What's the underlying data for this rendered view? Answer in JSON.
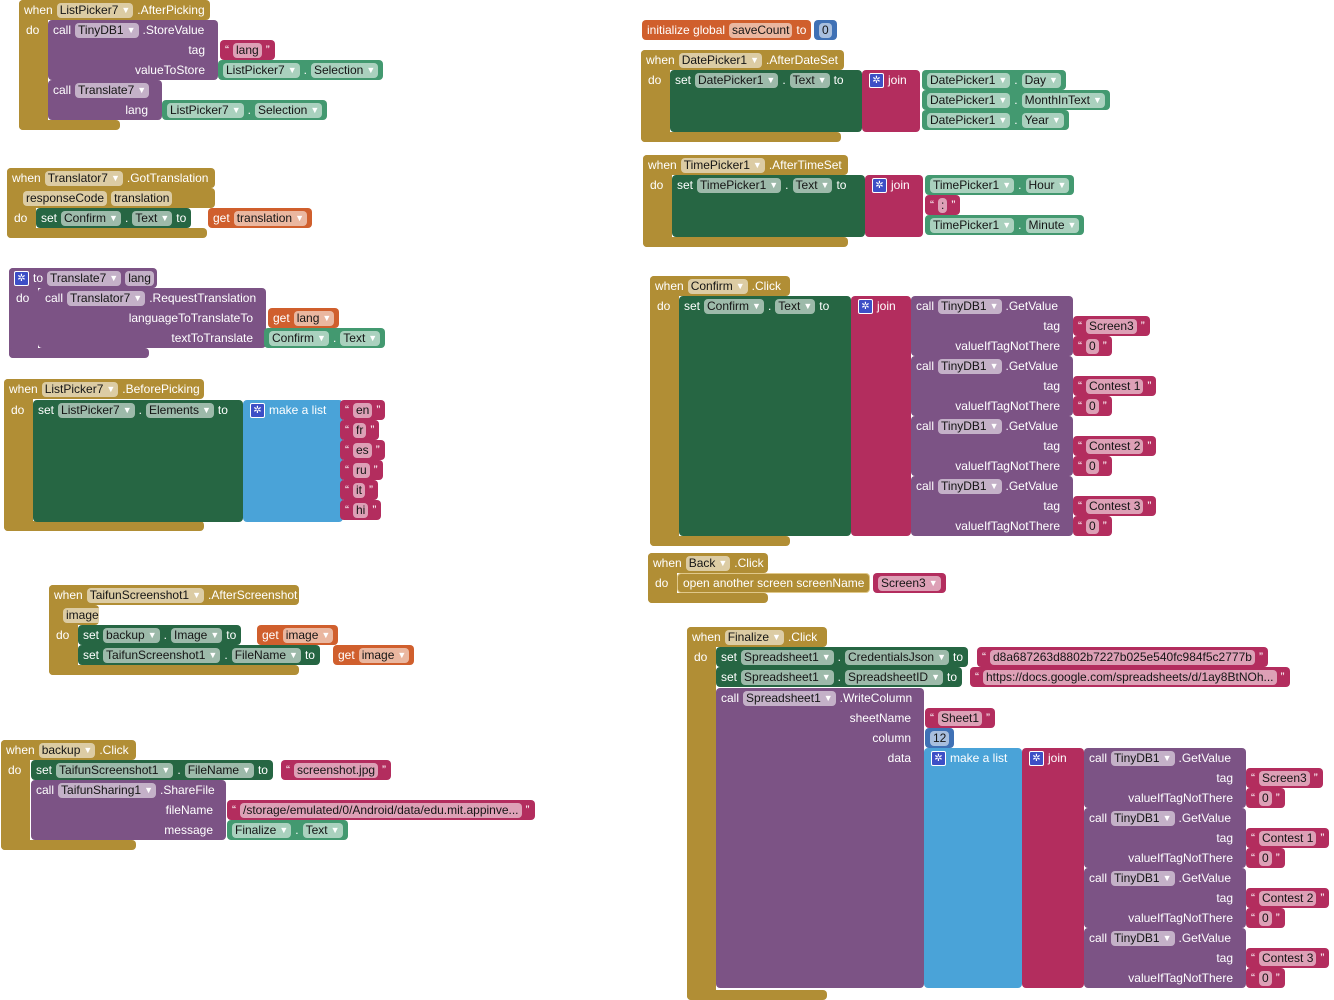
{
  "colors": {
    "event": "#b18e35",
    "setter": "#266643",
    "call": "#7c5385",
    "text": "#b32d5e",
    "getter": "#439970",
    "variable": "#d05f2d",
    "list": "#4aa3d8",
    "number": "#3f71b5"
  },
  "keywords": {
    "when": "when",
    "do": "do",
    "call": "call",
    "set": "set",
    "to": "to",
    "dot": ".",
    "join": "join",
    "make_list": "make a list",
    "get": "get",
    "procedure_to": "to"
  },
  "blocks": {
    "listpicker_after_picking": {
      "component": "ListPicker7",
      "event": ".AfterPicking",
      "store_component": "TinyDB1",
      "store_method": ".StoreValue",
      "tag_label": "tag",
      "tag_value": "lang",
      "value_label": "valueToStore",
      "value_component": "ListPicker7",
      "value_prop": "Selection",
      "translate_proc": "Translate7",
      "lang_label": "lang",
      "lang_component": "ListPicker7",
      "lang_prop": "Selection"
    },
    "translator_got_translation": {
      "component": "Translator7",
      "event": ".GotTranslation",
      "params": [
        "responseCode",
        "translation"
      ],
      "set_component": "Confirm",
      "set_prop": "Text",
      "get_var": "translation"
    },
    "procedure_translate": {
      "name": "Translate7",
      "param": "lang",
      "call_component": "Translator7",
      "method": ".RequestTranslation",
      "arg1_label": "languageToTranslateTo",
      "arg1_var": "lang",
      "arg2_label": "textToTranslate",
      "arg2_component": "Confirm",
      "arg2_prop": "Text"
    },
    "listpicker_before_picking": {
      "component": "ListPicker7",
      "event": ".BeforePicking",
      "set_component": "ListPicker7",
      "set_prop": "Elements",
      "items": [
        "en",
        "fr",
        "es",
        "ru",
        "it",
        "hi"
      ]
    },
    "screenshot_after": {
      "component": "TaifunScreenshot1",
      "event": ".AfterScreenshot",
      "param": "image",
      "set1_component": "backup",
      "set1_prop": "Image",
      "set1_var": "image",
      "set2_component": "TaifunScreenshot1",
      "set2_prop": "FileName",
      "set2_var": "image"
    },
    "backup_click": {
      "component": "backup",
      "event": ".Click",
      "set_component": "TaifunScreenshot1",
      "set_prop": "FileName",
      "set_value": "screenshot.jpg",
      "call_component": "TaifunSharing1",
      "method": ".ShareFile",
      "arg1_label": "fileName",
      "arg1_value": "/storage/emulated/0/Android/data/edu.mit.appinve...",
      "arg2_label": "message",
      "arg2_component": "Finalize",
      "arg2_prop": "Text"
    },
    "global_save_count": {
      "label": "initialize global",
      "name": "saveCount",
      "value": "0"
    },
    "datepicker_after": {
      "component": "DatePicker1",
      "event": ".AfterDateSet",
      "set_component": "DatePicker1",
      "set_prop": "Text",
      "parts": [
        {
          "component": "DatePicker1",
          "prop": "Day"
        },
        {
          "component": "DatePicker1",
          "prop": "MonthInText"
        },
        {
          "component": "DatePicker1",
          "prop": "Year"
        }
      ]
    },
    "timepicker_after": {
      "component": "TimePicker1",
      "event": ".AfterTimeSet",
      "set_component": "TimePicker1",
      "set_prop": "Text",
      "hour_component": "TimePicker1",
      "hour_prop": "Hour",
      "separator": ":",
      "minute_component": "TimePicker1",
      "minute_prop": "Minute"
    },
    "confirm_click": {
      "component": "Confirm",
      "event": ".Click",
      "set_component": "Confirm",
      "set_prop": "Text",
      "getvalues": [
        {
          "component": "TinyDB1",
          "method": ".GetValue",
          "tag_label": "tag",
          "tag": "Screen3",
          "default_label": "valueIfTagNotThere",
          "default": "0"
        },
        {
          "component": "TinyDB1",
          "method": ".GetValue",
          "tag_label": "tag",
          "tag": "Contest 1",
          "default_label": "valueIfTagNotThere",
          "default": "0"
        },
        {
          "component": "TinyDB1",
          "method": ".GetValue",
          "tag_label": "tag",
          "tag": "Contest 2",
          "default_label": "valueIfTagNotThere",
          "default": "0"
        },
        {
          "component": "TinyDB1",
          "method": ".GetValue",
          "tag_label": "tag",
          "tag": "Contest 3",
          "default_label": "valueIfTagNotThere",
          "default": "0"
        }
      ]
    },
    "back_click": {
      "component": "Back",
      "event": ".Click",
      "open_label": "open another screen  screenName",
      "screen": "Screen3"
    },
    "finalize_click": {
      "component": "Finalize",
      "event": ".Click",
      "set1_component": "Spreadsheet1",
      "set1_prop": "CredentialsJson",
      "set1_value": "d8a687263d8802b7227b025e540fc984f5c2777b",
      "set2_component": "Spreadsheet1",
      "set2_prop": "SpreadsheetID",
      "set2_value": "https://docs.google.com/spreadsheets/d/1ay8BtNOh...",
      "call_component": "Spreadsheet1",
      "method": ".WriteColumn",
      "sheet_label": "sheetName",
      "sheet": "Sheet1",
      "column_label": "column",
      "column": "12",
      "data_label": "data",
      "getvalues": [
        {
          "component": "TinyDB1",
          "method": ".GetValue",
          "tag_label": "tag",
          "tag": "Screen3",
          "default_label": "valueIfTagNotThere",
          "default": "0"
        },
        {
          "component": "TinyDB1",
          "method": ".GetValue",
          "tag_label": "tag",
          "tag": "Contest 1",
          "default_label": "valueIfTagNotThere",
          "default": "0"
        },
        {
          "component": "TinyDB1",
          "method": ".GetValue",
          "tag_label": "tag",
          "tag": "Contest 2",
          "default_label": "valueIfTagNotThere",
          "default": "0"
        },
        {
          "component": "TinyDB1",
          "method": ".GetValue",
          "tag_label": "tag",
          "tag": "Contest 3",
          "default_label": "valueIfTagNotThere",
          "default": "0"
        }
      ]
    }
  }
}
